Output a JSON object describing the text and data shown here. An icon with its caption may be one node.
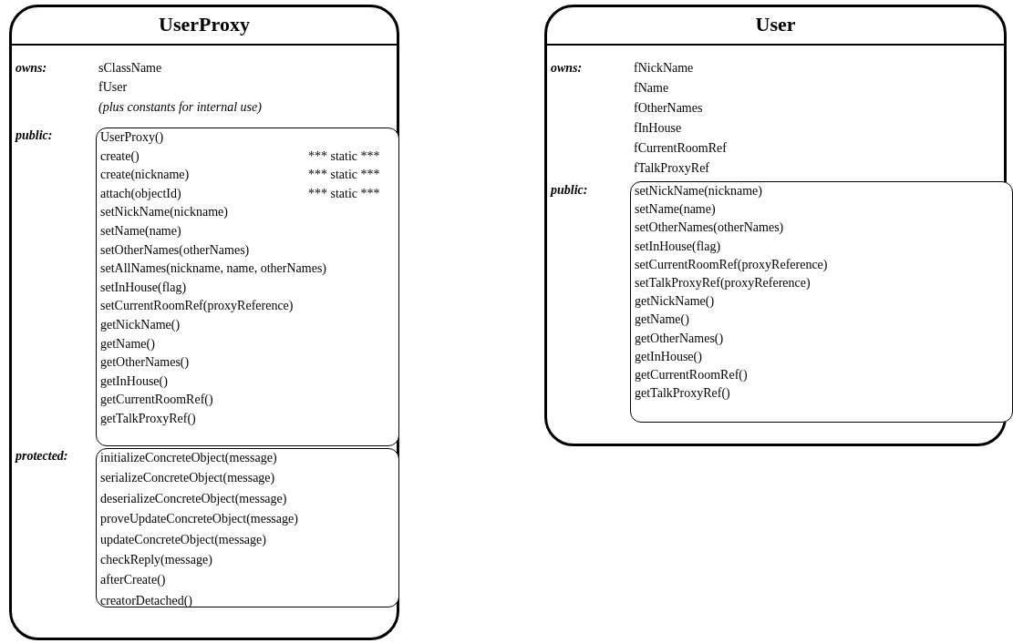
{
  "diagram": {
    "nodes": [
      {
        "text": [
          "UserProxy",
          "owns:",
          "sClassName",
          "fUser",
          "(plus constants for internal use)",
          "public:",
          "protected:"
        ]
      },
      {
        "text": [
          "UserProxy()",
          "create()",
          "*** static ***",
          "create(nickname)",
          "*** static ***",
          "attach(objectId)",
          "*** static ***",
          "setNickName(nickname)",
          "setName(name)",
          "setOtherNames(otherNames)",
          "setAllNames(nickname, name, otherNames)",
          "setInHouse(flag)",
          "setCurrentRoomRef(proxyReference)",
          "getNickName()",
          "getName()",
          "getOtherNames()",
          "getInHouse()",
          "getCurrentRoomRef()",
          "getTalkProxyRef()"
        ],
        "in": 0
      },
      {
        "text": [
          "initializeConcreteObject(message)",
          "serializeConcreteObject(message)",
          "deserializeConcreteObject(message)",
          "proveUpdateConcreteObject(message)",
          "updateConcreteObject(message)",
          "checkReply(message)",
          "afterCreate()",
          "creatorDetached()"
        ],
        "in": 0
      },
      {
        "text": [
          "User",
          "owns:",
          "fNickName",
          "fName",
          "fOtherNames",
          "fInHouse",
          "fCurrentRoomRef",
          "fTalkProxyRef",
          "public:"
        ]
      },
      {
        "text": [
          "setNickName(nickname)",
          "setName(name)",
          "setOtherNames(otherNames)",
          "setInHouse(flag)",
          "setCurrentRoomRef(proxyReference)",
          "setTalkProxyRef(proxyReference)",
          "getNickName()",
          "getName()",
          "getOtherNames()",
          "getInHouse()",
          "getCurrentRoomRef()",
          "getTalkProxyRef()"
        ],
        "in": 3
      }
    ]
  }
}
